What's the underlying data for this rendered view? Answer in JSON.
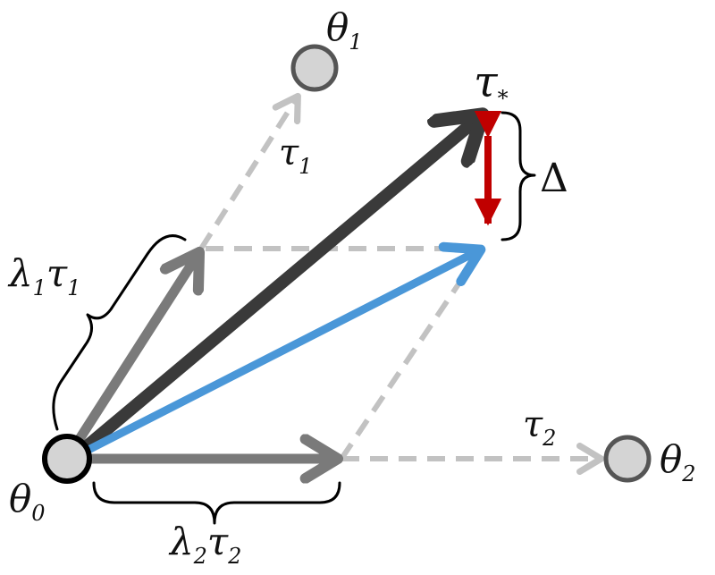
{
  "labels": {
    "theta0": {
      "main": "θ",
      "sub": "0"
    },
    "theta1": {
      "main": "θ",
      "sub": "1"
    },
    "theta2": {
      "main": "θ",
      "sub": "2"
    },
    "tau1": {
      "main": "τ",
      "sub": "1"
    },
    "tau2": {
      "main": "τ",
      "sub": "2"
    },
    "tau_star": {
      "main": "τ",
      "sub": "*"
    },
    "lambda1tau1": {
      "l": "λ",
      "ls": "1",
      "t": "τ",
      "ts": "1"
    },
    "lambda2tau2": {
      "l": "λ",
      "ls": "2",
      "t": "τ",
      "ts": "2"
    },
    "delta": "Δ"
  },
  "colors": {
    "node_fill": "#d4d4d4",
    "node_stroke_origin": "#000000",
    "node_stroke": "#555555",
    "dashed": "#c2c2c2",
    "scaled_vector": "#7a7a7a",
    "target_vector": "#3a3a3a",
    "merged_vector": "#4a97d8",
    "gap_arrow": "#c00000",
    "bracket": "#000000"
  }
}
